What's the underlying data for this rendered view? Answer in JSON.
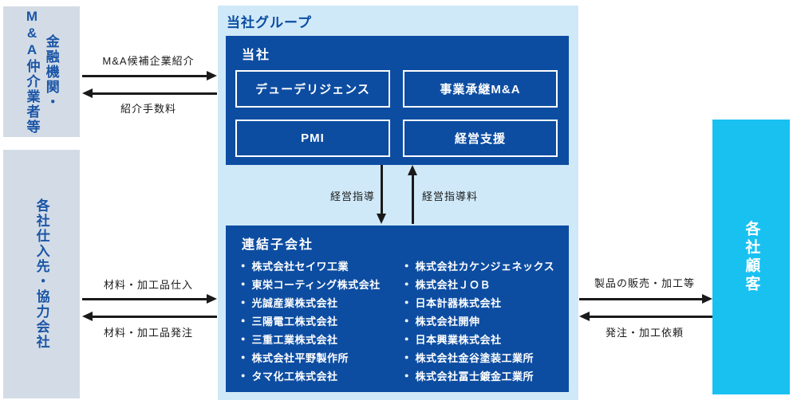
{
  "colors": {
    "group_bg": "#cfe9f8",
    "primary_blue": "#0d4da1",
    "side_box_bg": "#d3dce6",
    "side_text_blue": "#1b55a6",
    "customer_cyan": "#19c1f1",
    "arrow_black": "#1a1a1a"
  },
  "left_top_box": {
    "line1": "金融機関・",
    "line2": "M&A仲介業者等"
  },
  "left_bottom_box": {
    "label": "各社仕入先・協力会社"
  },
  "customer_box": {
    "label": "各社顧客"
  },
  "group": {
    "title": "当社グループ",
    "company": {
      "title": "当社",
      "services": [
        "デューデリジェンス",
        "事業承継M&A",
        "PMI",
        "経営支援"
      ]
    },
    "subsidiaries": {
      "title": "連結子会社",
      "bullet": "●",
      "column1": [
        "株式会社セイワ工業",
        "東栄コーティング株式会社",
        "光誠産業株式会社",
        "三陽電工株式会社",
        "三重工業株式会社",
        "株式会社平野製作所",
        "タマ化工株式会社"
      ],
      "column2": [
        "株式会社カケンジェネックス",
        "株式会社ＪＯＢ",
        "日本計器株式会社",
        "株式会社開伸",
        "日本興業株式会社",
        "株式会社金谷塗装工業所",
        "株式会社冨士鍍金工業所"
      ]
    }
  },
  "arrows": {
    "ma_candidate_intro": "M&A候補企業紹介",
    "referral_fee": "紹介手数料",
    "management_guidance": "経営指導",
    "management_guidance_fee": "経営指導料",
    "materials_purchase": "材料・加工品仕入",
    "materials_order": "材料・加工品発注",
    "product_sales": "製品の販売・加工等",
    "order_processing_request": "発注・加工依頼"
  }
}
